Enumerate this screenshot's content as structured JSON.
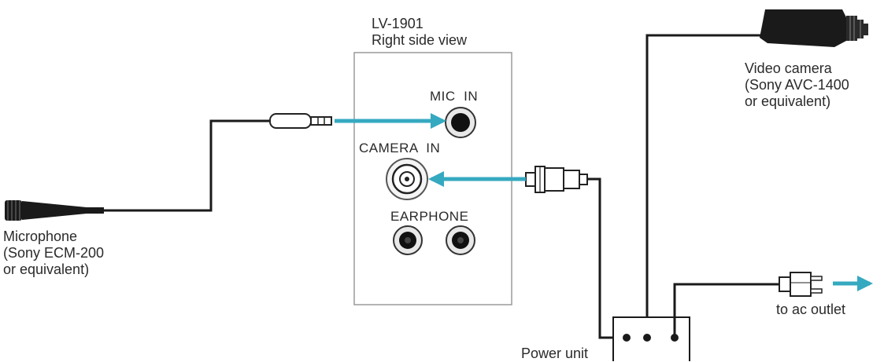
{
  "panel": {
    "title_line1": "LV-1901",
    "title_line2": "Right side view"
  },
  "jacks": {
    "mic_label": "MIC  IN",
    "camera_label": "CAMERA  IN",
    "earphone_label": "EARPHONE"
  },
  "microphone": {
    "line1": "Microphone",
    "line2": "(Sony ECM-200",
    "line3": "or equivalent)"
  },
  "camera": {
    "line1": "Video camera",
    "line2": "(Sony AVC-1400",
    "line3": "or equivalent)"
  },
  "power": {
    "label": "Power unit",
    "outlet_label": "to ac outlet"
  },
  "colors": {
    "arrow": "#35a9c0",
    "line": "#1a1a1a",
    "panel_border": "#9a9a9a"
  }
}
